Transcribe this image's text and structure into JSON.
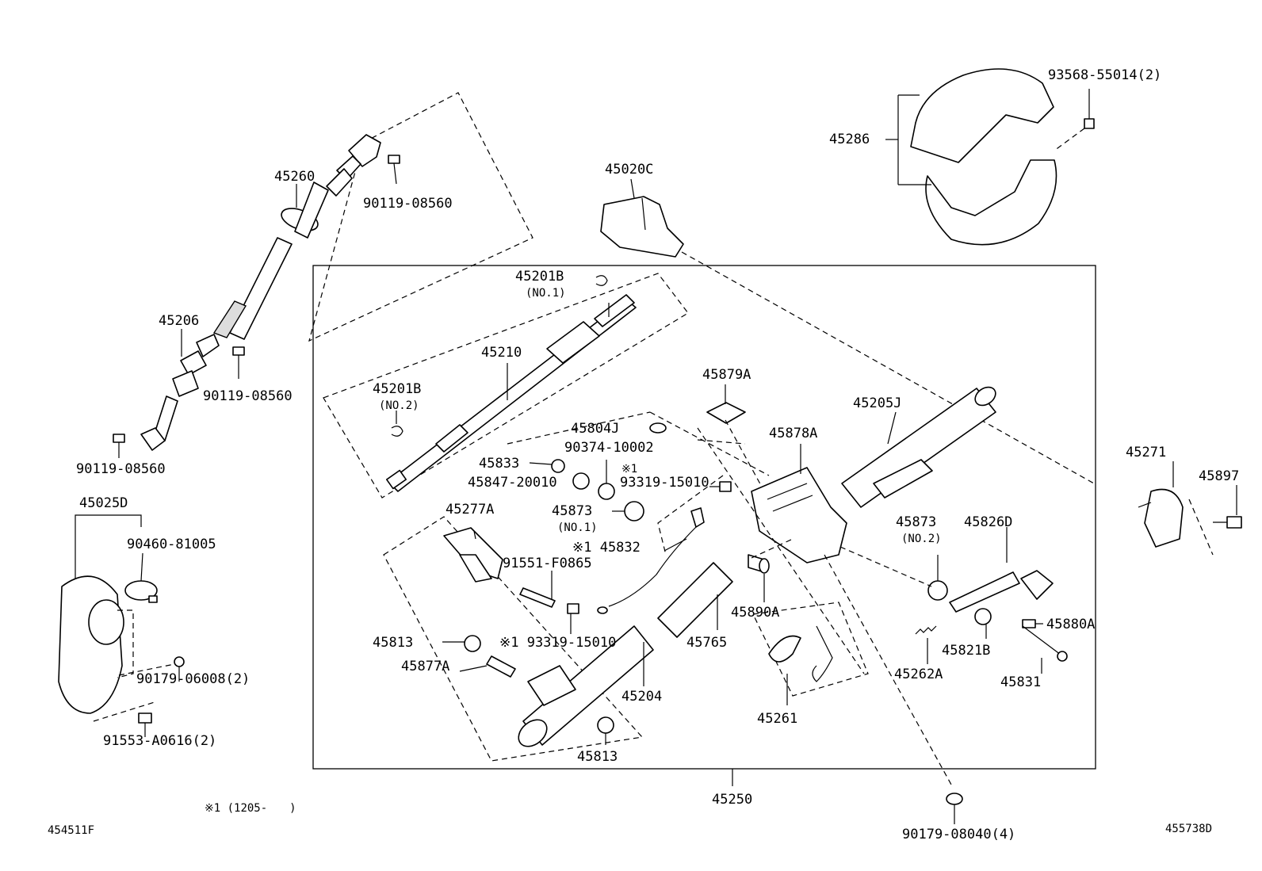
{
  "diagram": {
    "labels": {
      "p45260": "45260",
      "p90119_a": "90119-08560",
      "p45206": "45206",
      "p90119_b": "90119-08560",
      "p90119_c": "90119-08560",
      "p45025D": "45025D",
      "p90460": "90460-81005",
      "p90179_06008": "90179-06008(2)",
      "p91553": "91553-A0616(2)",
      "p45020C": "45020C",
      "p45286": "45286",
      "p93568": "93568-55014(2)",
      "p45201B_1": "45201B",
      "p45201B_1_sub": "(NO.1)",
      "p45210": "45210",
      "p45201B_2": "45201B",
      "p45201B_2_sub": "(NO.2)",
      "p45804J": "45804J",
      "p90374": "90374-10002",
      "p45833": "45833",
      "p45847": "45847-20010",
      "p93319_a_mark": "※1",
      "p93319_a": "93319-15010",
      "p45873_1": "45873",
      "p45873_1_sub": "(NO.1)",
      "p45832": "※1 45832",
      "p45277A": "45277A",
      "p91551": "91551-F0865",
      "p45813_a": "45813",
      "p93319_b": "※1 93319-15010",
      "p45877A": "45877A",
      "p45204": "45204",
      "p45813_b": "45813",
      "p45765": "45765",
      "p45879A": "45879A",
      "p45878A": "45878A",
      "p45205J": "45205J",
      "p45890A": "45890A",
      "p45261": "45261",
      "p45873_2": "45873",
      "p45873_2_sub": "(NO.2)",
      "p45826D": "45826D",
      "p45880A": "45880A",
      "p45262A": "45262A",
      "p45821B": "45821B",
      "p45831": "45831",
      "p45271": "45271",
      "p45897": "45897",
      "p45250": "45250",
      "p90179_08040": "90179-08040(4)",
      "footnote": "※1 (1205-　　)",
      "ref_left": "454511F",
      "ref_right": "455738D"
    }
  }
}
